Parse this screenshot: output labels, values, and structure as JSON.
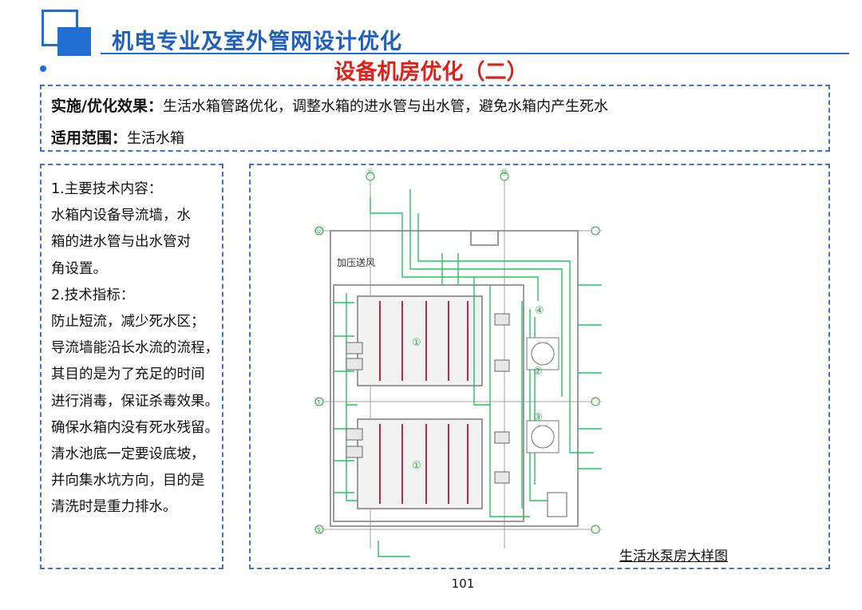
{
  "header": {
    "title": "机电专业及室外管网设计优化"
  },
  "subtitle": "设备机房优化（二）",
  "effect": {
    "label1": "实施/优化效果：",
    "text1": "生活水箱管路优化，调整水箱的进水管与出水管，避免水箱内产生死水",
    "label2": "适用范围：",
    "text2": "生活水箱"
  },
  "left_panel": {
    "lines": [
      "1.主要技术内容：",
      "水箱内设备导流墙，水",
      "箱的进水管与出水管对",
      "角设置。",
      "2.技术指标：",
      "防止短流，减少死水区；",
      "导流墙能沿长水流的流程，",
      "其目的是为了充足的时间",
      "进行消毒，保证杀毒效果。",
      "确保水箱内没有死水残留。",
      "清水池底一定要设底坡，",
      "并向集水坑方向，目的是",
      "清洗时是重力排水。"
    ]
  },
  "drawing": {
    "room_label": "加压送风",
    "caption": "生活水泵房大样图",
    "circles": [
      "①",
      "①",
      "②",
      "③",
      "④"
    ],
    "axis_labels": [
      "⑪",
      "⑫",
      "Ⓤ",
      "Ⓣ",
      "Ⓢ"
    ]
  },
  "page_number": "101",
  "colors": {
    "accent": "#1f6fd0",
    "title": "#1f5fbf",
    "subtitle": "#e0201a",
    "pipe": "#22c55e",
    "wall": "#9a9a9a",
    "divider": "#c0284a"
  }
}
